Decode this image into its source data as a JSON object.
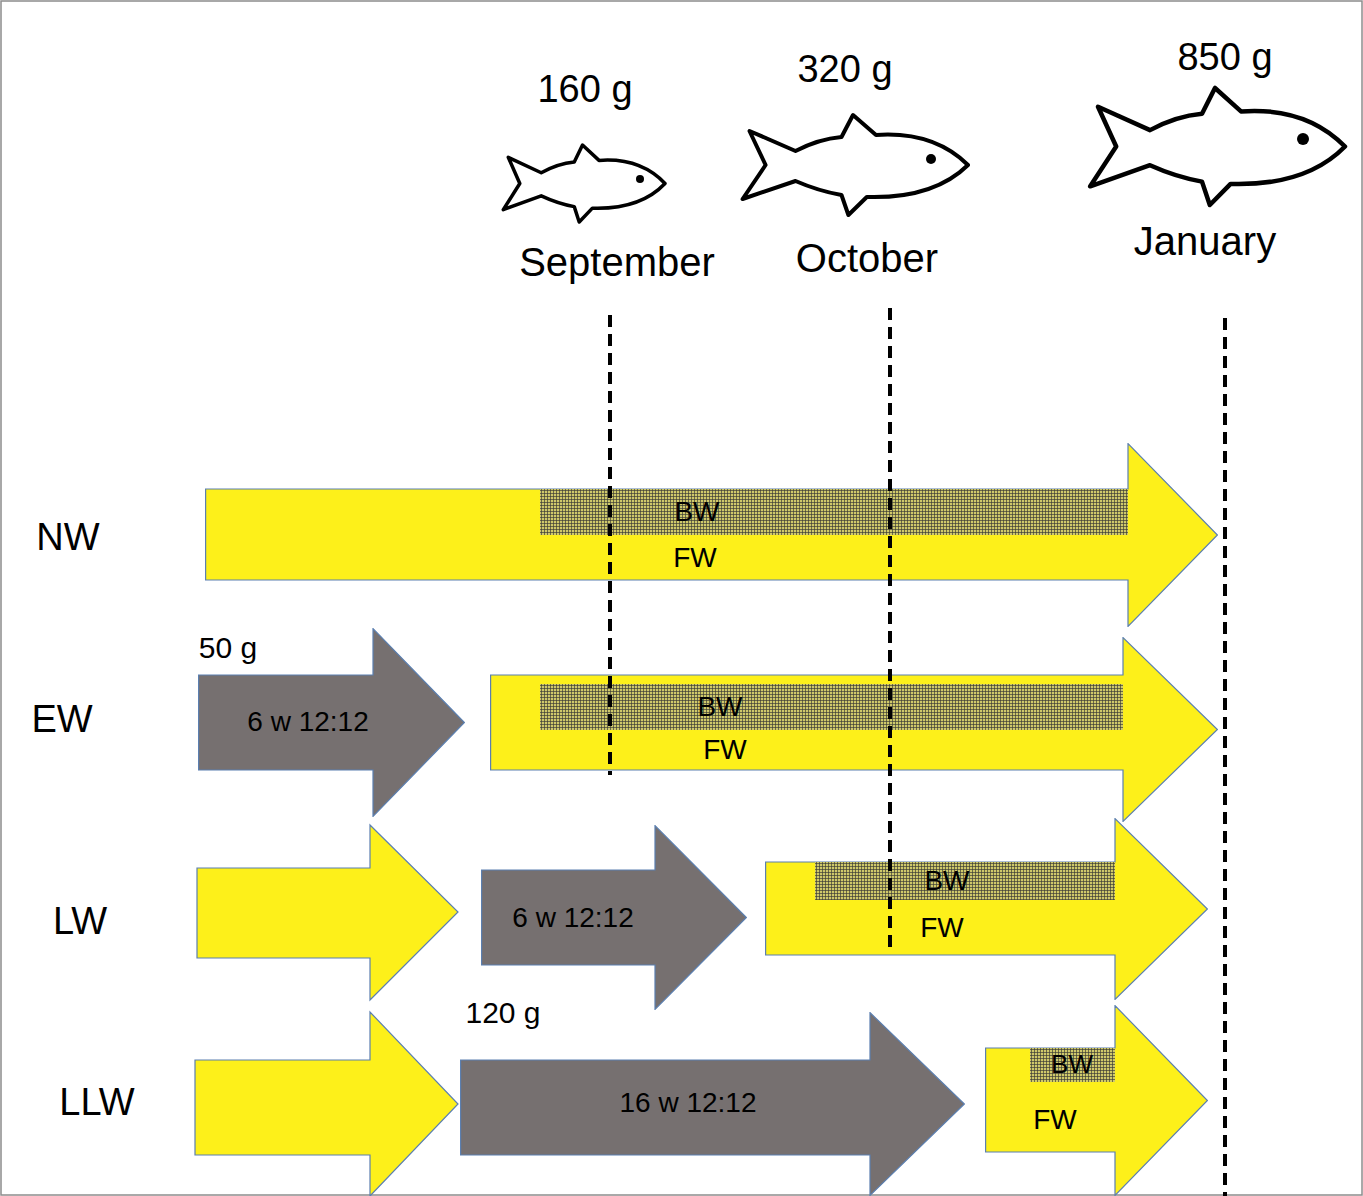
{
  "diagram": {
    "nodes": [
      {
        "text": [
          "FW"
        ]
      },
      {
        "text": [
          "BW"
        ],
        "in": 0
      },
      {
        "text": [
          "6 w 12:12"
        ]
      },
      {
        "text": [
          "FW"
        ]
      },
      {
        "text": [
          "BW"
        ],
        "in": 3
      },
      {
        "text": [
          "6 w 12:12"
        ]
      },
      {
        "text": [
          "FW"
        ]
      },
      {
        "text": [
          "BW"
        ],
        "in": 6
      },
      {
        "text": [
          "16 w 12:12"
        ]
      },
      {
        "text": [
          "FW"
        ]
      },
      {
        "text": [
          "BW"
        ],
        "in": 9
      }
    ],
    "labels": [
      "160 g",
      "320 g",
      "850 g",
      "September",
      "October",
      "January",
      "NW",
      "50 g",
      "EW",
      "LW",
      "120 g",
      "LLW"
    ]
  }
}
